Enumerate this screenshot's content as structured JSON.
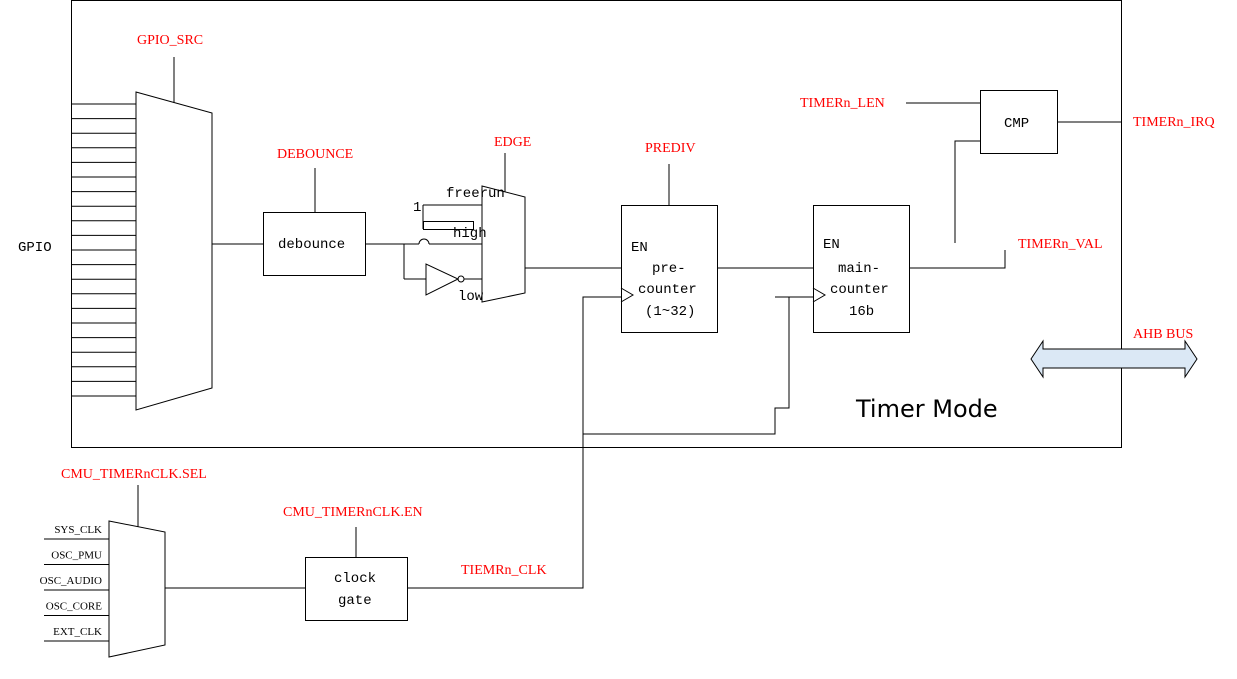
{
  "labels": {
    "gpio": "GPIO",
    "gpio_src": "GPIO_SRC",
    "debounce_reg": "DEBOUNCE",
    "debounce_block": "debounce",
    "edge": "EDGE",
    "freerun": "freerun",
    "one": "1",
    "high": "high",
    "low": "low",
    "prediv": "PREDIV",
    "pre_en": "EN",
    "pre_l1": "pre-",
    "pre_l2": "counter",
    "pre_l3": "(1~32)",
    "main_en": "EN",
    "main_l1": "main-",
    "main_l2": "counter",
    "main_l3": "16b",
    "timer_len": "TIMERn_LEN",
    "cmp": "CMP",
    "timer_irq": "TIMERn_IRQ",
    "timer_val": "TIMERn_VAL",
    "ahb_bus": "AHB BUS",
    "timer_mode": "Timer Mode",
    "cmu_sel": "CMU_TIMERnCLK.SEL",
    "cmu_en": "CMU_TIMERnCLK.EN",
    "clock_gate_l1": "clock",
    "clock_gate_l2": "gate",
    "tiemr_clk": "TIEMRn_CLK"
  },
  "clock_inputs": [
    "SYS_CLK",
    "OSC_PMU",
    "OSC_AUDIO",
    "OSC_CORE",
    "EXT_CLK"
  ],
  "colors": {
    "register_label": "#ff0000",
    "line": "#000000",
    "bus_fill": "#dbe8f5"
  }
}
